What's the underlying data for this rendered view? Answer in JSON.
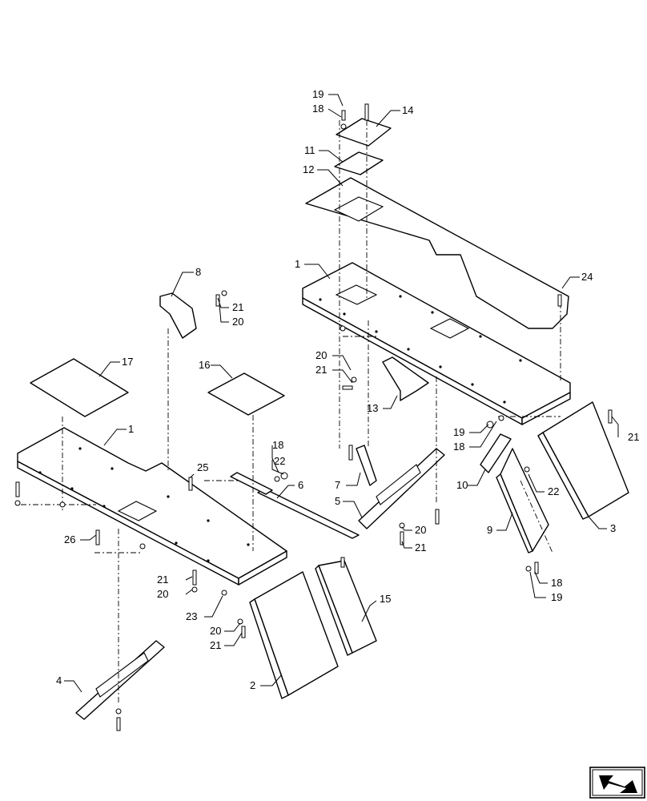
{
  "callouts": {
    "c1a": "1",
    "c1b": "1",
    "c2": "2",
    "c3": "3",
    "c4": "4",
    "c5": "5",
    "c6": "6",
    "c7": "7",
    "c8": "8",
    "c9": "9",
    "c10": "10",
    "c11": "11",
    "c12": "12",
    "c13": "13",
    "c14": "14",
    "c15": "15",
    "c16": "16",
    "c17": "17",
    "c18a": "18",
    "c18b": "18",
    "c18c": "18",
    "c18d": "18",
    "c19a": "19",
    "c19b": "19",
    "c19c": "19",
    "c20a": "20",
    "c20b": "20",
    "c20c": "20",
    "c20d": "20",
    "c20e": "20",
    "c21a": "21",
    "c21b": "21",
    "c21c": "21",
    "c21d": "21",
    "c21e": "21",
    "c21f": "21",
    "c22a": "22",
    "c22b": "22",
    "c23": "23",
    "c24": "24",
    "c25": "25",
    "c26": "26"
  },
  "nav_icon": {
    "name": "navigation-arrow-icon"
  }
}
